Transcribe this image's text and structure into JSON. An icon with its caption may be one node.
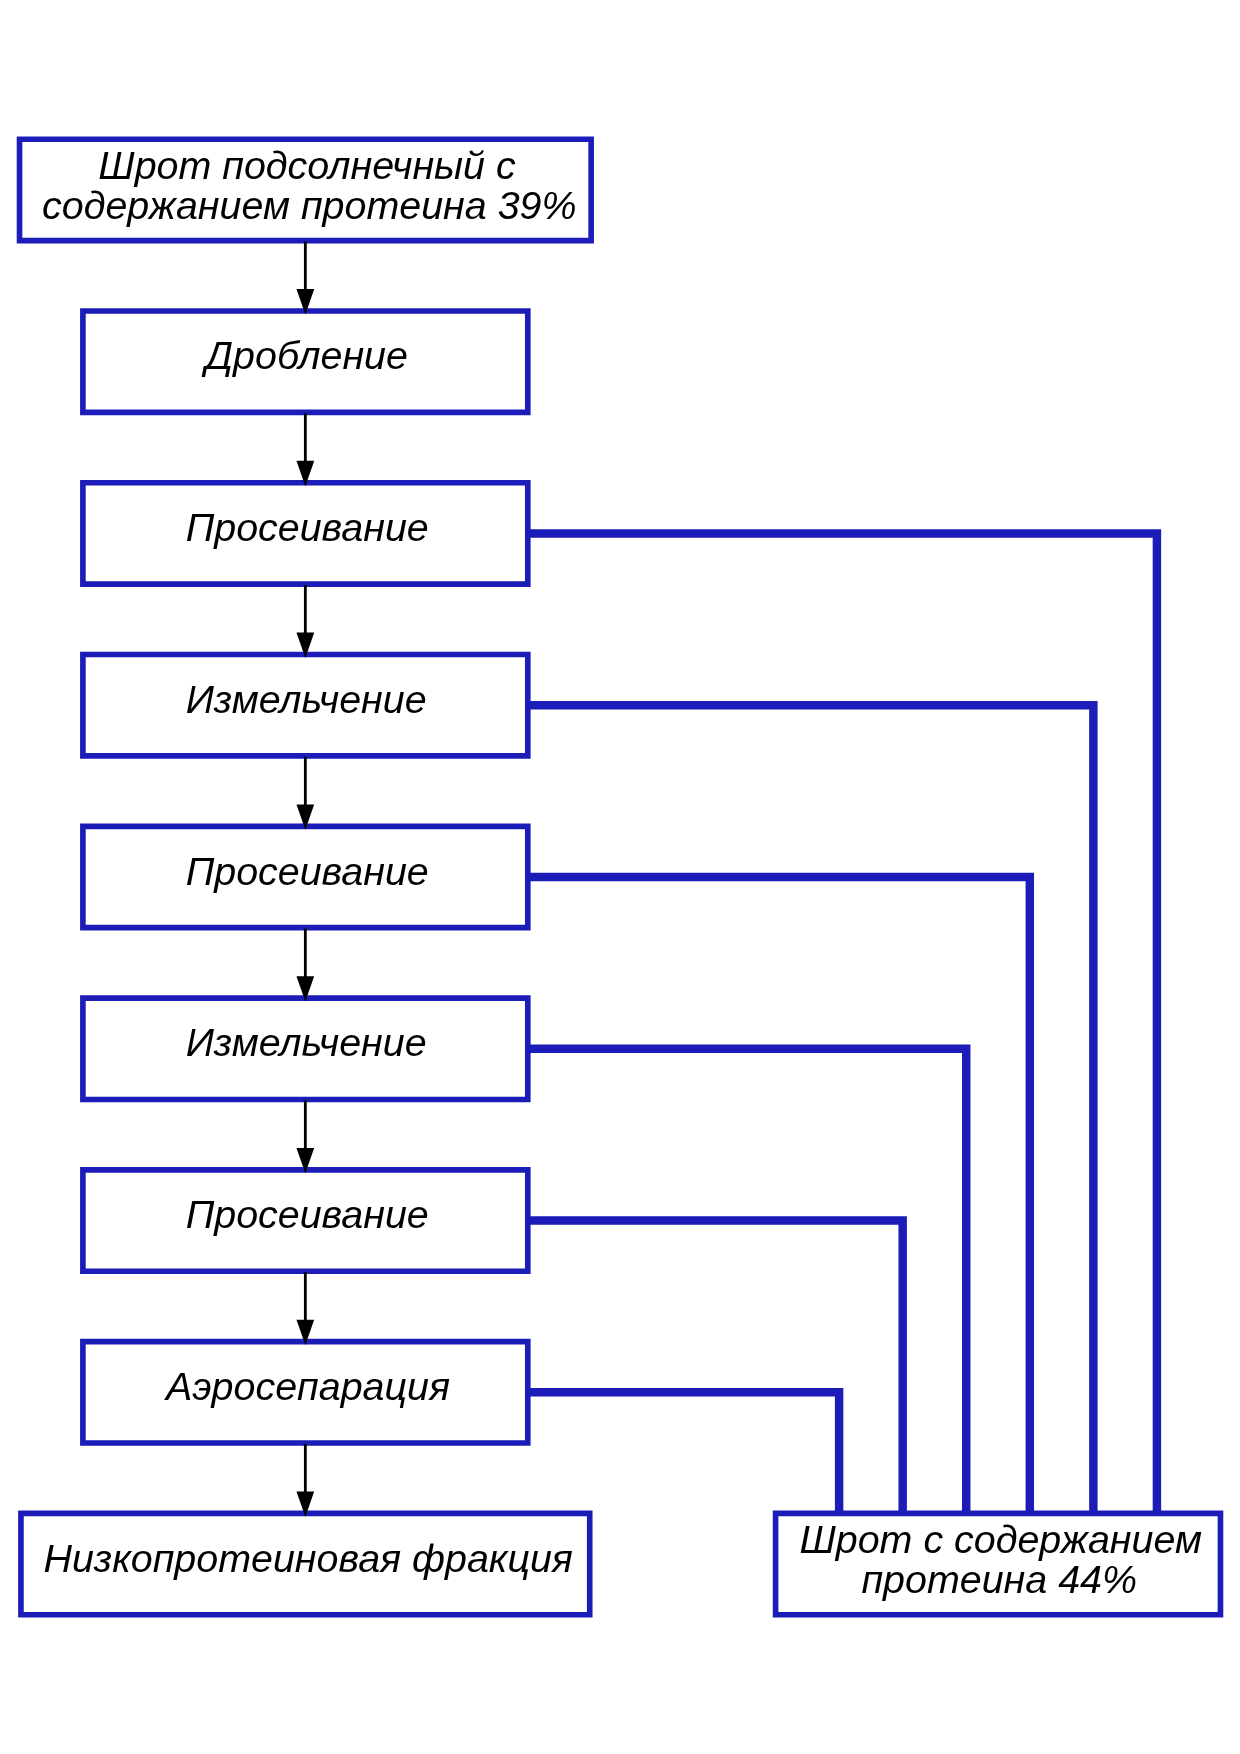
{
  "diagram": {
    "nodes": [
      {
        "text": [
          "Шрот подсолнечный с содержанием протеина 39%"
        ]
      },
      {
        "text": [
          "Дробление"
        ]
      },
      {
        "text": [
          "Просеивание"
        ]
      },
      {
        "text": [
          "Измельчение"
        ]
      },
      {
        "text": [
          "Просеивание"
        ]
      },
      {
        "text": [
          "Измельчение"
        ]
      },
      {
        "text": [
          "Просеивание"
        ]
      },
      {
        "text": [
          "Аэросепарация"
        ]
      },
      {
        "text": [
          "Низкопротеиновая фракция"
        ]
      },
      {
        "text": [
          "Шрот с содержанием протеина 44%"
        ]
      }
    ],
    "edges": [
      {
        "from": 0,
        "to": 1,
        "arrow": "to"
      },
      {
        "from": 1,
        "to": 2,
        "arrow": "to"
      },
      {
        "from": 2,
        "to": 3,
        "arrow": "to"
      },
      {
        "from": 3,
        "to": 4,
        "arrow": "to"
      },
      {
        "from": 4,
        "to": 5,
        "arrow": "to"
      },
      {
        "from": 5,
        "to": 6,
        "arrow": "to"
      },
      {
        "from": 6,
        "to": 7,
        "arrow": "to"
      },
      {
        "from": 7,
        "to": 8,
        "arrow": "to"
      },
      {
        "from": 2,
        "to": 9,
        "arrow": "none",
        "style": "thick",
        "color": "#1c1cb8"
      },
      {
        "from": 3,
        "to": 9,
        "arrow": "none",
        "style": "thick",
        "color": "#1c1cb8"
      },
      {
        "from": 4,
        "to": 9,
        "arrow": "none",
        "style": "thick",
        "color": "#1c1cb8"
      },
      {
        "from": 5,
        "to": 9,
        "arrow": "none",
        "style": "thick",
        "color": "#1c1cb8"
      },
      {
        "from": 6,
        "to": 9,
        "arrow": "none",
        "style": "thick",
        "color": "#1c1cb8"
      },
      {
        "from": 7,
        "to": 9,
        "arrow": "none",
        "style": "thick",
        "color": "#1c1cb8"
      }
    ]
  }
}
